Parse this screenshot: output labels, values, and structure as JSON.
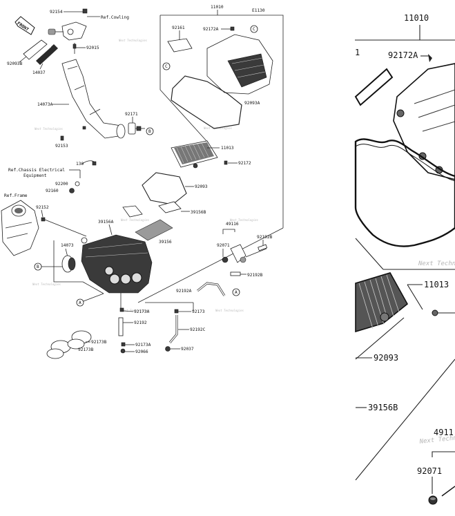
{
  "diagram": {
    "diagram_code": "E1130",
    "top_group_number": "11010",
    "labels": {
      "p92154": "92154",
      "ref_cowling": "Ref.Cowling",
      "front": "FRONT",
      "p92015": "92015",
      "p92093B": "92093B",
      "p14037": "14037",
      "p14073A": "14073A",
      "p92171": "92171",
      "p92153": "92153",
      "p130": "130",
      "ref_chassis_line1": "Ref.Chassis Electrical",
      "ref_chassis_line2": "Equipment",
      "p92200": "92200",
      "p92160": "92160",
      "ref_frame": "Ref.Frame",
      "p92152": "92152",
      "p39156A": "39156A",
      "p14073": "14073",
      "p92161": "92161",
      "p92172A": "92172A",
      "p92093A": "92093A",
      "p11013": "11013",
      "p92172": "92172",
      "p92093": "92093",
      "p39156B": "39156B",
      "p39156": "39156",
      "p49116": "49116",
      "p92071": "92071",
      "p92192B": "92192B",
      "p92192A": "92192A",
      "p92173A_a": "92173A",
      "p92192": "92192",
      "p92173": "92173",
      "p92192C": "92192C",
      "p92173B_a": "92173B",
      "p92173B_b": "92173B",
      "p92173A_b": "92173A",
      "p92066": "92066",
      "p92037": "92037",
      "callout_A": "A",
      "callout_B": "B",
      "callout_C": "C"
    },
    "watermark": "Next Technologies",
    "zoom": {
      "top_group_number": "11010",
      "p1": "1",
      "p92172A": "92172A",
      "p11013": "11013",
      "p92093": "92093",
      "p39156B": "39156B",
      "p4911": "4911",
      "p92071": "92071",
      "watermark": "Next Techno"
    }
  }
}
